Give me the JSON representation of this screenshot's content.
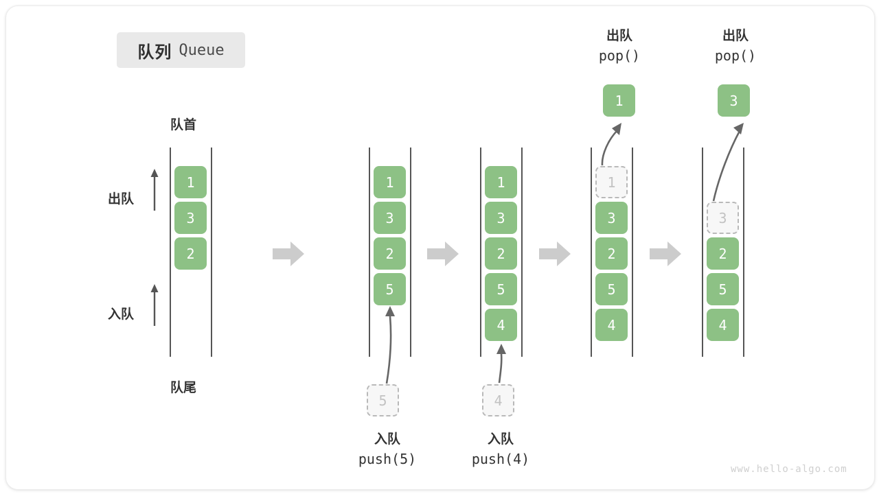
{
  "title": {
    "cn": "队列",
    "en": "Queue"
  },
  "labels": {
    "front": "队首",
    "rear": "队尾",
    "dequeue": "出队",
    "enqueue": "入队"
  },
  "watermark": "www.hello-algo.com",
  "colors": {
    "element": "#8dc185",
    "ghost_fill": "#f7f7f7",
    "ghost_border": "#b9b9b9",
    "rail": "#555555",
    "step_arrow": "#cccccc",
    "accent_text": "#4a9a4a",
    "chip_bg": "#e9e9e9"
  },
  "captions": {
    "push5": {
      "cn": "入队",
      "code_pre": "push(",
      "code_val": "5",
      "code_post": ")"
    },
    "push4": {
      "cn": "入队",
      "code_pre": "push(",
      "code_val": "4",
      "code_post": ")"
    },
    "pop1": {
      "cn": "出队",
      "code": "pop()"
    },
    "pop2": {
      "cn": "出队",
      "code": "pop()"
    }
  },
  "stages": [
    {
      "name": "initial",
      "cells": [
        {
          "value": "1",
          "state": "filled"
        },
        {
          "value": "3",
          "state": "filled"
        },
        {
          "value": "2",
          "state": "filled"
        }
      ]
    },
    {
      "name": "after-push-5",
      "cells": [
        {
          "value": "1",
          "state": "filled"
        },
        {
          "value": "3",
          "state": "filled"
        },
        {
          "value": "2",
          "state": "filled"
        },
        {
          "value": "5",
          "state": "filled"
        }
      ],
      "incoming": {
        "value": "5",
        "state": "ghost"
      }
    },
    {
      "name": "after-push-4",
      "cells": [
        {
          "value": "1",
          "state": "filled"
        },
        {
          "value": "3",
          "state": "filled"
        },
        {
          "value": "2",
          "state": "filled"
        },
        {
          "value": "5",
          "state": "filled"
        },
        {
          "value": "4",
          "state": "filled"
        }
      ],
      "incoming": {
        "value": "4",
        "state": "ghost"
      }
    },
    {
      "name": "after-pop-1",
      "cells": [
        {
          "value": "1",
          "state": "ghost"
        },
        {
          "value": "3",
          "state": "filled"
        },
        {
          "value": "2",
          "state": "filled"
        },
        {
          "value": "5",
          "state": "filled"
        },
        {
          "value": "4",
          "state": "filled"
        }
      ],
      "outgoing": {
        "value": "1",
        "state": "filled"
      }
    },
    {
      "name": "after-pop-3",
      "cells": [
        {
          "value": "",
          "state": "empty"
        },
        {
          "value": "3",
          "state": "ghost"
        },
        {
          "value": "2",
          "state": "filled"
        },
        {
          "value": "5",
          "state": "filled"
        },
        {
          "value": "4",
          "state": "filled"
        }
      ],
      "outgoing": {
        "value": "3",
        "state": "filled"
      }
    }
  ]
}
